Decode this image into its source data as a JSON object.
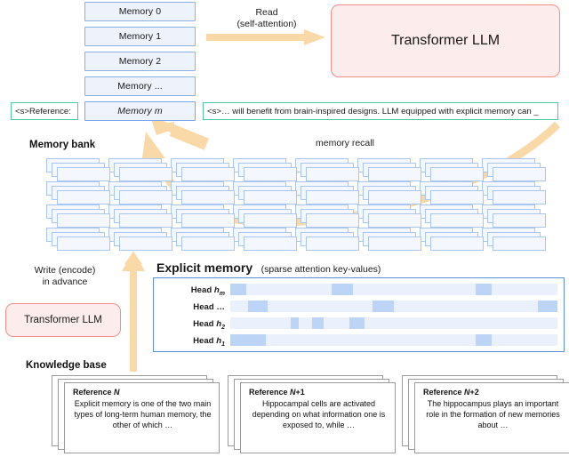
{
  "figure": {
    "memory_stack": [
      {
        "label": "Memory 0"
      },
      {
        "label": "Memory 1"
      },
      {
        "label": "Memory 2"
      },
      {
        "label": "Memory ..."
      },
      {
        "label": "Memory m",
        "italic_tail": "m"
      }
    ],
    "reference_tag": "<s>Reference:",
    "generated_sentence": "<s>… will benefit from brain-inspired designs. LLM equipped with explicit memory can _",
    "read_arrow_label_line1": "Read",
    "read_arrow_label_line2": "(self-attention)",
    "top_llm_label": "Transformer LLM",
    "memory_bank_label": "Memory bank",
    "memory_recall_label": "memory recall",
    "write_label_line1": "Write (encode)",
    "write_label_line2": "in advance",
    "bottom_llm_label": "Transformer LLM",
    "knowledge_base_label": "Knowledge base",
    "explicit_memory_title": "Explicit memory",
    "explicit_memory_subtitle": "(sparse attention key-values)",
    "heads": [
      {
        "label": "Head",
        "sub": "hm"
      },
      {
        "label": "Head",
        "sub": "..."
      },
      {
        "label": "Head",
        "sub": "h2"
      },
      {
        "label": "Head",
        "sub": "h1"
      }
    ],
    "references": [
      {
        "title": "Reference N",
        "title_italic": "N",
        "text": "Explicit memory is one of the two main types of long-term human memory, the other of which …"
      },
      {
        "title": "Reference N+1",
        "title_italic": "N+1",
        "text": "Hippocampal cells are activated depending on what information one is exposed to, while …"
      },
      {
        "title": "Reference N+2",
        "title_italic": "N+2",
        "text": "The hippocampus plays an important role in the formation of new memories about …"
      }
    ]
  },
  "chart_data": {
    "type": "heatmap",
    "title": "Explicit memory (sparse attention key-values)",
    "rows": [
      "Head hm",
      "Head ...",
      "Head h2",
      "Head h1"
    ],
    "grid": false,
    "legend_position": "none",
    "xlabel": "",
    "ylabel": "",
    "track_range": [
      0,
      100
    ],
    "active_color": "#bcd5f6",
    "inactive_color": "#eaf1fc",
    "active_segments": [
      [
        {
          "start": 0.0,
          "width": 5.0
        },
        {
          "start": 31.0,
          "width": 6.5
        },
        {
          "start": 75.0,
          "width": 5.0
        }
      ],
      [
        {
          "start": 5.5,
          "width": 6.0
        },
        {
          "start": 43.5,
          "width": 6.5
        },
        {
          "start": 94.0,
          "width": 6.0
        }
      ],
      [
        {
          "start": 18.5,
          "width": 2.5
        },
        {
          "start": 25.0,
          "width": 3.5
        },
        {
          "start": 36.5,
          "width": 4.5
        }
      ],
      [
        {
          "start": 0.0,
          "width": 11.0
        },
        {
          "start": 75.0,
          "width": 5.0
        }
      ]
    ]
  },
  "colors": {
    "memory_box_fill": "#eef2fb",
    "memory_box_border": "#8ab0e8",
    "green_border": "#4ec9a0",
    "llm_fill": "#fdecec",
    "llm_border": "#f28e8e",
    "arrow_orange": "#f9d9a8",
    "bank_border": "#a8c6ef",
    "bank_fill": "#f4f8fe",
    "panel_border": "#5b8fd8",
    "heat_active": "#bcd5f6",
    "heat_track": "#eaf1fc"
  }
}
